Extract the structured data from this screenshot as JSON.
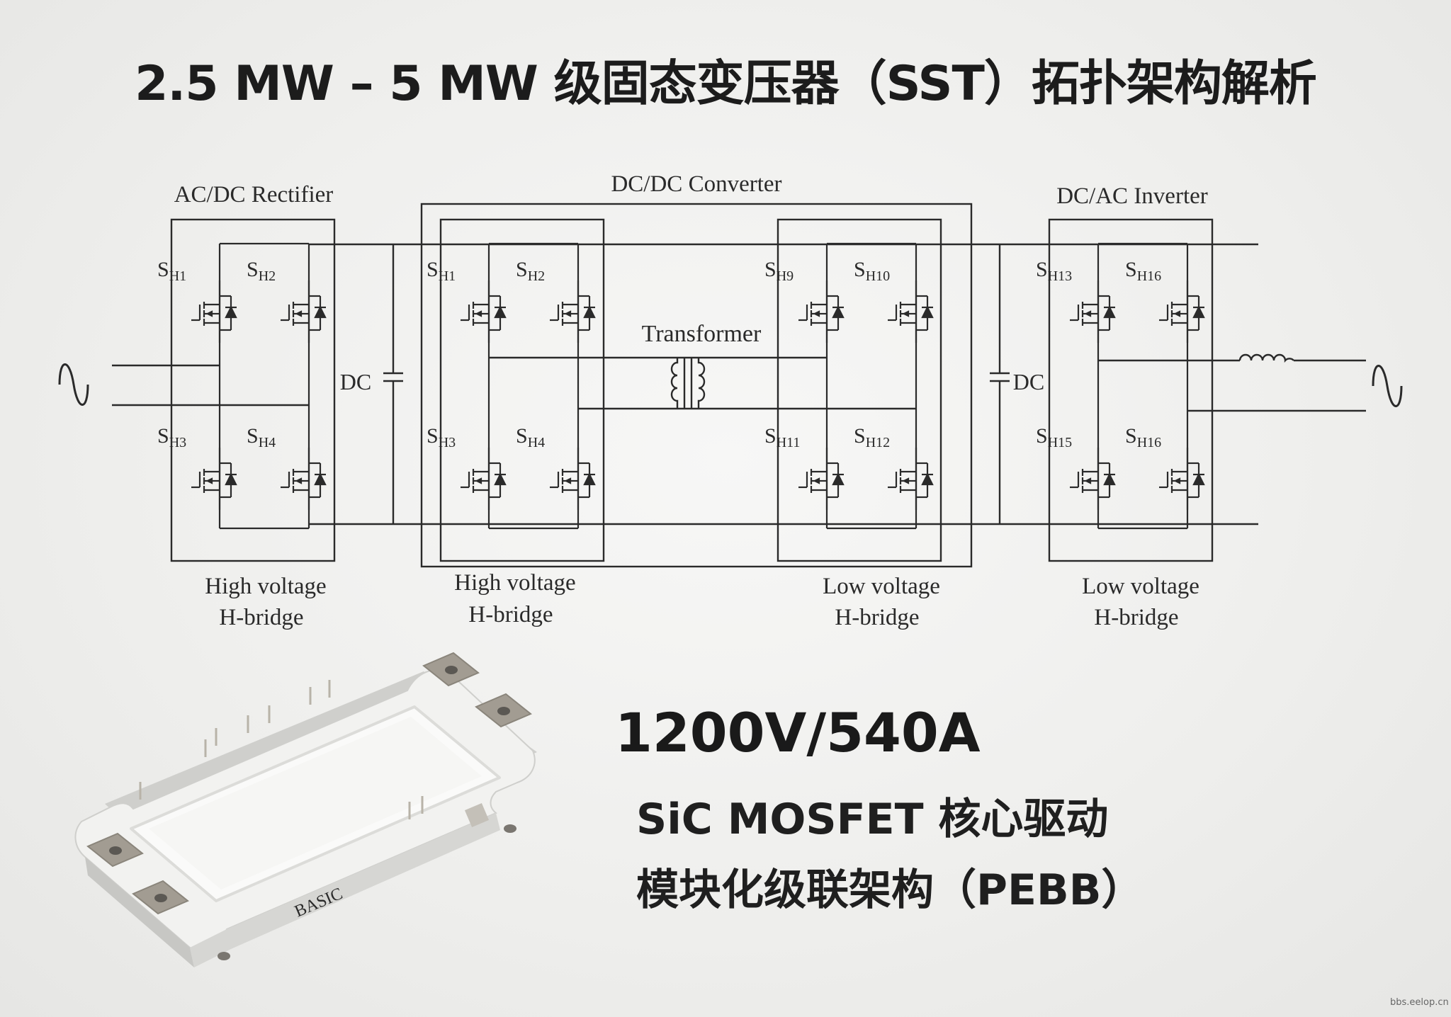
{
  "title": "2.5 MW – 5 MW 级固态变压器（SST）拓扑架构解析",
  "diagram": {
    "stage_titles": {
      "rectifier": "AC/DC Rectifier",
      "converter": "DC/DC Converter",
      "inverter": "DC/AC Inverter"
    },
    "transformer_label": "Transformer",
    "dc_label": "DC",
    "bridge_captions": {
      "b1": [
        "High voltage",
        "H-bridge"
      ],
      "b2": [
        "High voltage",
        "H-bridge"
      ],
      "b3": [
        "Low voltage",
        "H-bridge"
      ],
      "b4": [
        "Low voltage",
        "H-bridge"
      ]
    },
    "switch_labels": {
      "b1": [
        [
          "S",
          "H1"
        ],
        [
          "S",
          "H2"
        ],
        [
          "S",
          "H3"
        ],
        [
          "S",
          "H4"
        ]
      ],
      "b2": [
        [
          "S",
          "H1"
        ],
        [
          "S",
          "H2"
        ],
        [
          "S",
          "H3"
        ],
        [
          "S",
          "H4"
        ]
      ],
      "b3": [
        [
          "S",
          "H9"
        ],
        [
          "S",
          "H10"
        ],
        [
          "S",
          "H11"
        ],
        [
          "S",
          "H12"
        ]
      ],
      "b4": [
        [
          "S",
          "H13"
        ],
        [
          "S",
          "H16"
        ],
        [
          "S",
          "H15"
        ],
        [
          "S",
          "H16"
        ]
      ]
    }
  },
  "module": {
    "brand": "BASIC"
  },
  "spec": "1200V/540A",
  "description": [
    "SiC MOSFET 核心驱动",
    "模块化级联架构（PEBB）"
  ],
  "watermark": "bbs.eelop.cn",
  "colors": {
    "line": "#2a2a2a",
    "module_body": "#f2f2f0",
    "module_shadow": "#c9c9c6",
    "terminal": "#9a958c"
  }
}
